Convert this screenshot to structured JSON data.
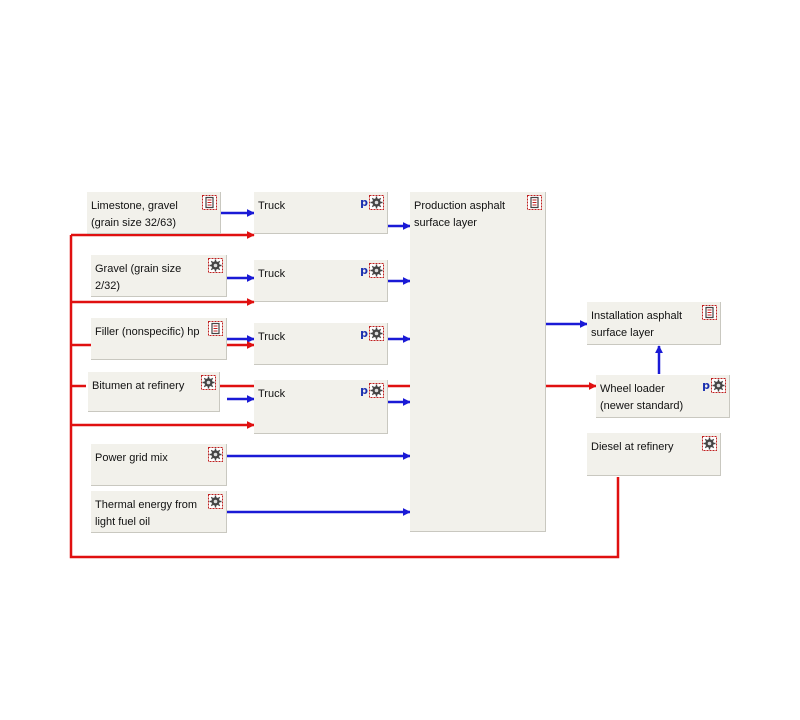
{
  "colors": {
    "node_bg": "#f2f1eb",
    "flow_blue": "#1a1ad6",
    "flow_red": "#e01010"
  },
  "diagram": {
    "nodes": {
      "limestone": {
        "label": "Limestone, gravel\n(grain size 32/63)",
        "icon": "process-box-icon"
      },
      "truck1": {
        "label": "Truck",
        "param": "p",
        "icon": "process-gear-icon"
      },
      "gravel": {
        "label": "Gravel (grain size\n2/32)",
        "icon": "process-gear-icon"
      },
      "truck2": {
        "label": "Truck",
        "param": "p",
        "icon": "process-gear-icon"
      },
      "filler": {
        "label": "Filler (nonspecific) hp",
        "icon": "process-box-icon"
      },
      "truck3": {
        "label": "Truck",
        "param": "p",
        "icon": "process-gear-icon"
      },
      "bitumen": {
        "label": "Bitumen at refinery",
        "icon": "process-gear-icon"
      },
      "truck4": {
        "label": "Truck",
        "param": "p",
        "icon": "process-gear-icon"
      },
      "power": {
        "label": "Power grid mix",
        "icon": "process-gear-icon"
      },
      "thermal": {
        "label": "Thermal energy from\nlight fuel oil",
        "icon": "process-gear-icon"
      },
      "production": {
        "label": "Production asphalt\nsurface layer",
        "icon": "process-box-icon"
      },
      "installation": {
        "label": "Installation asphalt\nsurface layer",
        "icon": "process-box-icon"
      },
      "wheelloader": {
        "label": "Wheel loader\n(newer standard)",
        "param": "p",
        "icon": "process-gear-icon"
      },
      "diesel": {
        "label": "Diesel at refinery",
        "icon": "process-gear-icon"
      }
    }
  }
}
